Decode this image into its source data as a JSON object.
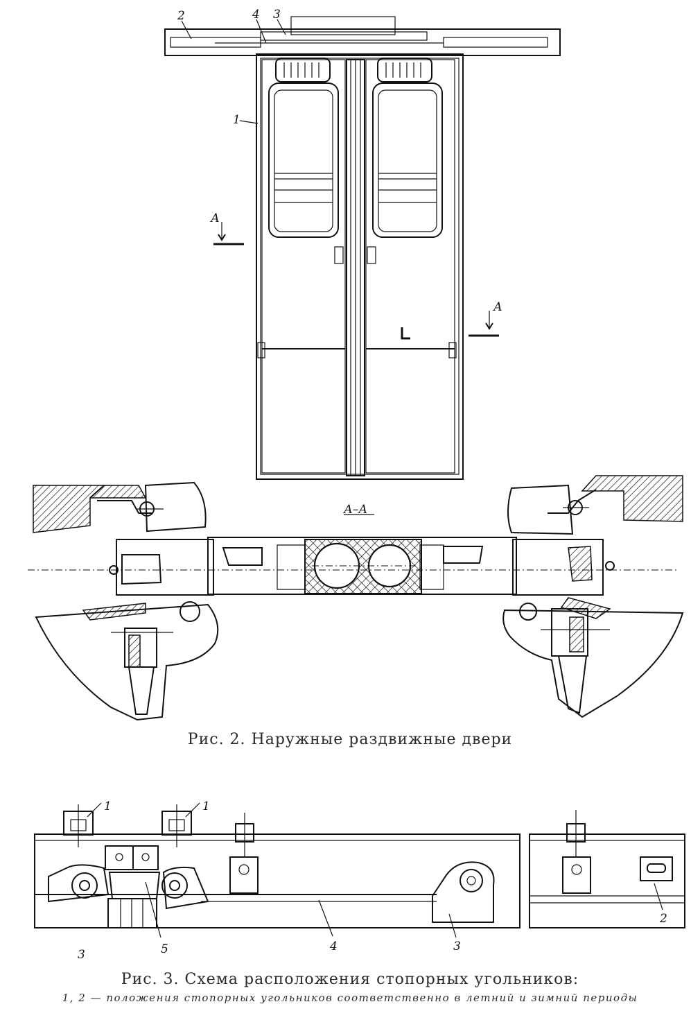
{
  "figure2": {
    "caption": "Рис. 2. Наружные раздвижные двери",
    "callouts": {
      "c1": "1",
      "c2": "2",
      "c3": "3",
      "c4": "4"
    },
    "section_mark": "А",
    "section_title": "А–А"
  },
  "figure3": {
    "caption": "Рис. 3. Схема расположения стопорных угольников:",
    "subcaption": "1, 2 — положения стопорных угольников соответственно в летний и зимний периоды",
    "callouts": {
      "c1a": "1",
      "c1b": "1",
      "c2": "2",
      "c3a": "3",
      "c3b": "3",
      "c4": "4",
      "c5": "5"
    }
  }
}
